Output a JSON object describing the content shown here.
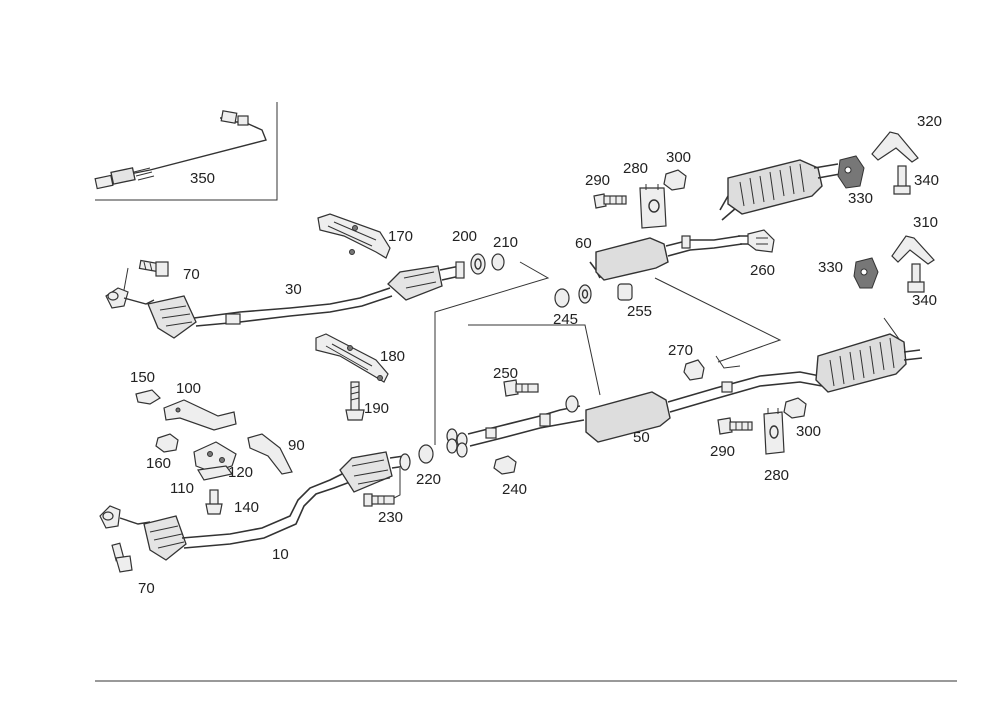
{
  "callouts": {
    "c350": "350",
    "c170": "170",
    "c200": "200",
    "c210": "210",
    "c30": "30",
    "c70_top": "70",
    "c60": "60",
    "c280_top": "280",
    "c300_top": "300",
    "c290_top": "290",
    "c320": "320",
    "c340_top": "340",
    "c330_top": "330",
    "c260": "260",
    "c310": "310",
    "c330_mid": "330",
    "c340_mid": "340",
    "c245": "245",
    "c255": "255",
    "c180": "180",
    "c270": "270",
    "c150": "150",
    "c100": "100",
    "c250": "250",
    "c190": "190",
    "c50": "50",
    "c90": "90",
    "c290_bot": "290",
    "c300_bot": "300",
    "c160": "160",
    "c120": "120",
    "c220": "220",
    "c240": "240",
    "c280_bot": "280",
    "c110": "110",
    "c140": "140",
    "c230": "230",
    "c10": "10",
    "c70_bot": "70"
  }
}
